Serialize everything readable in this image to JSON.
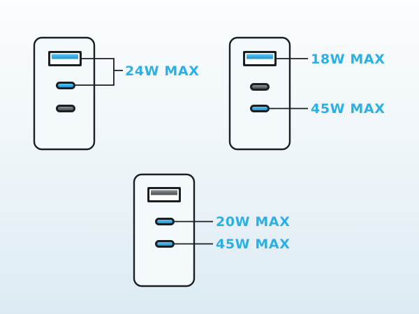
{
  "diagram": {
    "colors": {
      "label": "#2ab0e6",
      "active_port": "#2ab0e6",
      "outline": "#1b1e22",
      "charger_body": "#f4f9fc"
    },
    "chargers": [
      {
        "label": "24W MAX",
        "ports": [
          {
            "type": "usb-a",
            "active": true
          },
          {
            "type": "usb-c",
            "active": true
          },
          {
            "type": "usb-c",
            "active": false
          }
        ]
      },
      {
        "label_top": "18W MAX",
        "label_bottom": "45W MAX",
        "ports": [
          {
            "type": "usb-a",
            "active": true
          },
          {
            "type": "usb-c",
            "active": false
          },
          {
            "type": "usb-c",
            "active": true
          }
        ]
      },
      {
        "label_top": "20W MAX",
        "label_bottom": "45W MAX",
        "ports": [
          {
            "type": "usb-a",
            "active": false
          },
          {
            "type": "usb-c",
            "active": true
          },
          {
            "type": "usb-c",
            "active": true
          }
        ]
      }
    ]
  }
}
